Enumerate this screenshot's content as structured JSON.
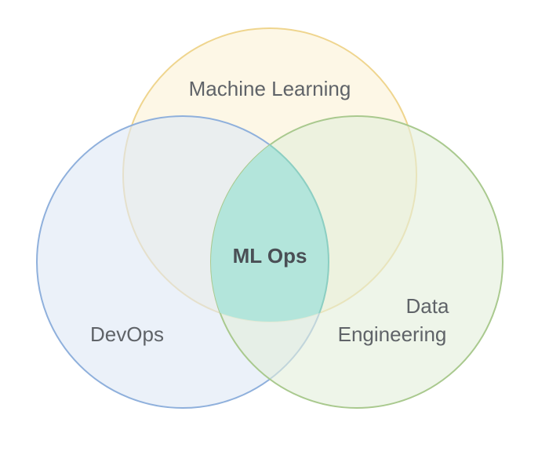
{
  "diagram": {
    "sets": [
      {
        "id": "ml",
        "label": "Machine Learning",
        "fill": "#fbf2d6",
        "stroke": "#efd58e"
      },
      {
        "id": "devops",
        "label": "DevOps",
        "fill": "#dde8f5",
        "stroke": "#8fb0dc"
      },
      {
        "id": "de",
        "label_line1": "Data",
        "label_line2": "Engineering",
        "fill": "#e3eedb",
        "stroke": "#a9c98e"
      }
    ],
    "intersection": {
      "label": "ML Ops",
      "fill": "#b3e5db",
      "stroke": "#8ccfc2"
    }
  }
}
